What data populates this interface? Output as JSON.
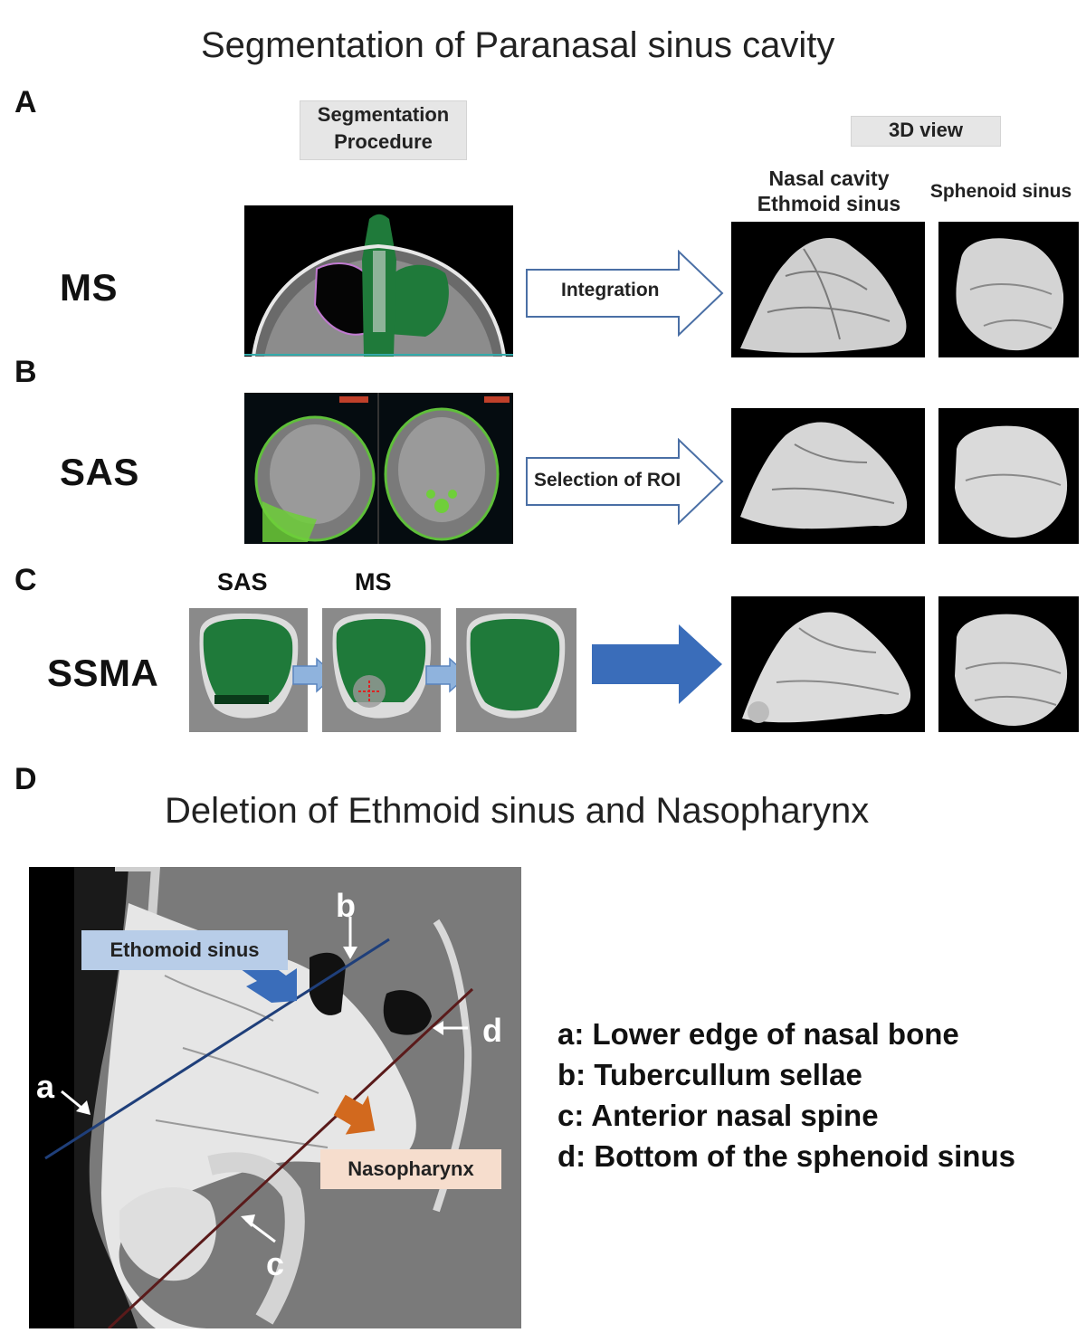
{
  "figure": {
    "title_top": "Segmentation of Paranasal sinus cavity",
    "title_d": "Deletion of Ethmoid sinus and Nasopharynx"
  },
  "panels": {
    "a": "A",
    "b": "B",
    "c": "C",
    "d": "D"
  },
  "headers": {
    "segmentation_procedure": [
      "Segmentation",
      "Procedure"
    ],
    "view_3d": "3D view",
    "nasal_cavity": [
      "Nasal cavity",
      "Ethmoid sinus"
    ],
    "sphenoid": "Sphenoid sinus"
  },
  "rows": {
    "ms": "MS",
    "sas": "SAS",
    "ssma": "SSMA"
  },
  "arrows": {
    "integration": "Integration",
    "selection_roi": "Selection of ROI"
  },
  "ssma_steps": {
    "sas": "SAS",
    "ms": "MS"
  },
  "annotations": {
    "ethmoid_box": "Ethomoid sinus",
    "nasopharynx_box": "Nasopharynx",
    "pointer_a": "a",
    "pointer_b": "b",
    "pointer_c": "c",
    "pointer_d": "d"
  },
  "legend": [
    "a: Lower edge of nasal bone",
    "b: Tubercullum sellae",
    "c: Anterior nasal spine",
    "d: Bottom of the sphenoid sinus"
  ],
  "colors": {
    "segmentation_green": "#1f7a3a",
    "arrow_outline": "#4a6fa5",
    "arrow_fill_solid": "#3a6dba",
    "arrow_small": "#8fb3dd",
    "ethmoid_box": "#b8cde8",
    "nasopharynx_box": "#f6ddcd",
    "line_blue": "#1f3f7a",
    "line_dark_red": "#5a1a1a",
    "arrow_orange": "#d2691e"
  }
}
